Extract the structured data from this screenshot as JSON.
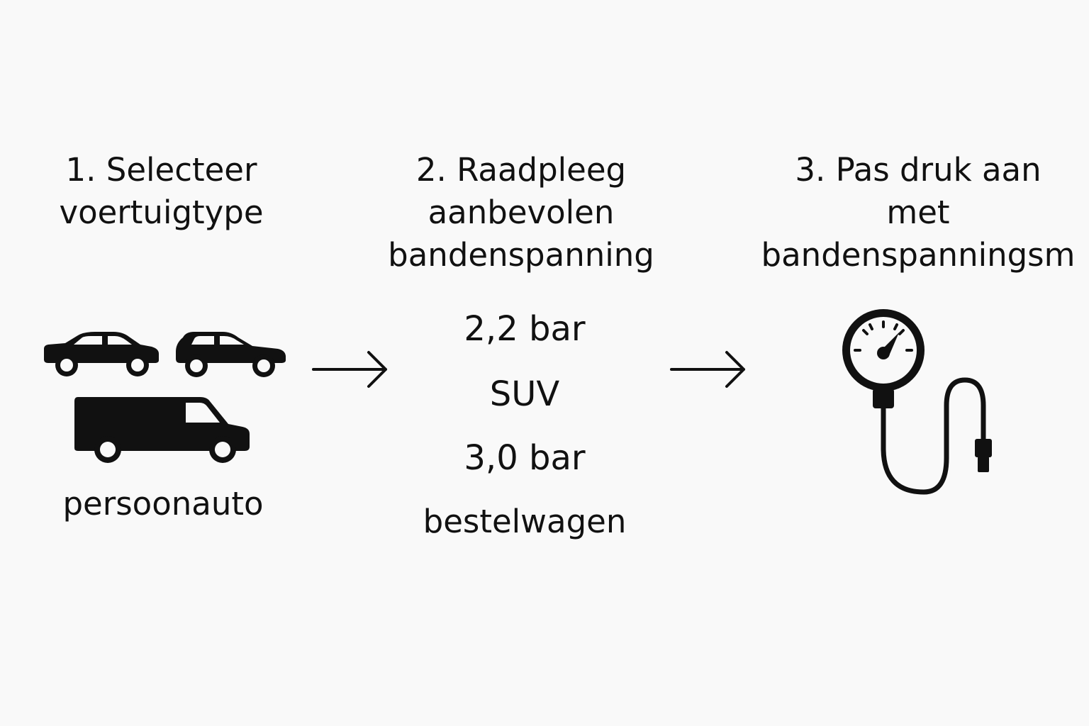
{
  "steps": [
    {
      "title": "1. Selecteer\nvoertuigtype",
      "icons": [
        "car-sedan-icon",
        "car-hatchback-icon",
        "van-icon"
      ],
      "label": "persoonauto"
    },
    {
      "title": "2. Raadpleeg\naanbevolen\nbandenspanning",
      "entries": [
        "2,2 bar",
        "SUV",
        "3,0 bar",
        "bestelwagen"
      ]
    },
    {
      "title": "3. Pas druk aan\nmet\nbandenspanningsm",
      "icons": [
        "tire-pressure-gauge-icon"
      ]
    }
  ],
  "connectors": [
    "arrow-right-icon",
    "arrow-right-icon"
  ],
  "colors": {
    "background": "#f9f9f9",
    "ink": "#111111"
  }
}
